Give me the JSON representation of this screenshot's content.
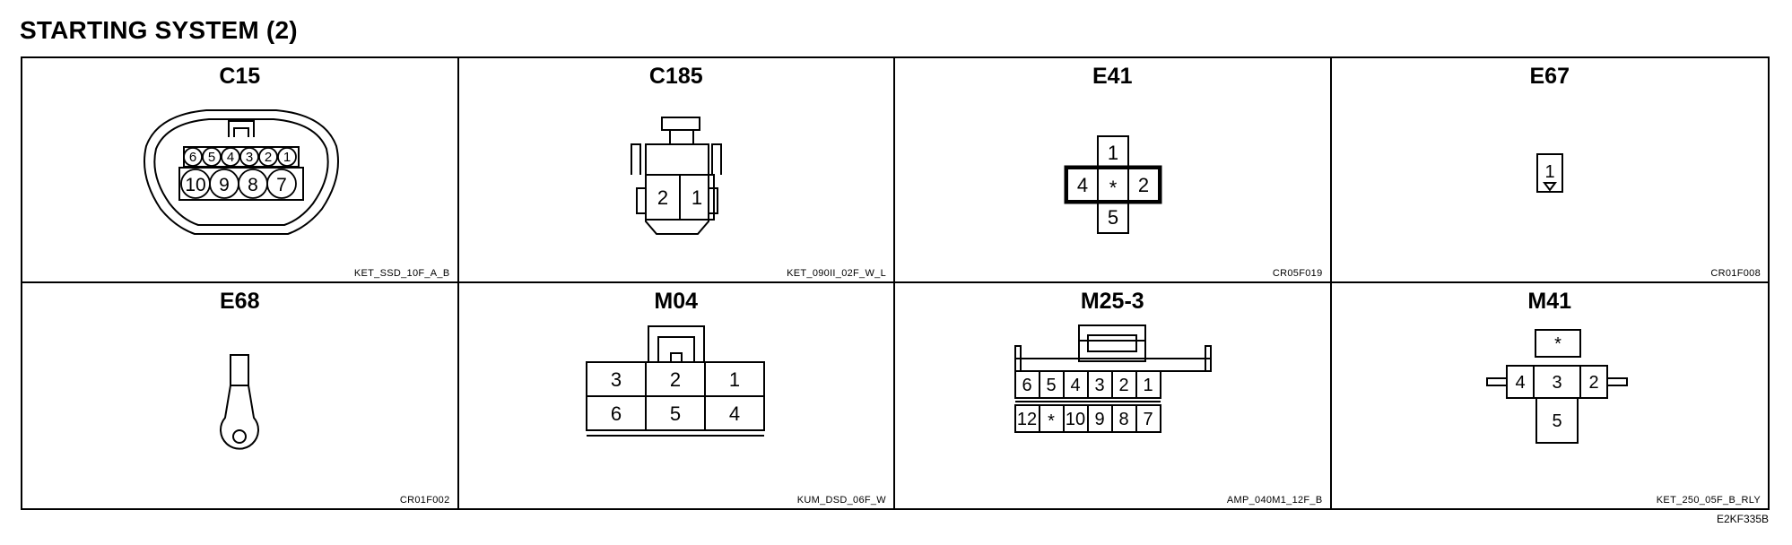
{
  "title": "STARTING SYSTEM (2)",
  "drawing_code": "E2KF335B",
  "connectors": [
    {
      "name": "C15",
      "code": "KET_SSD_10F_A_B",
      "pins_top": [
        "6",
        "5",
        "4",
        "3",
        "2",
        "1"
      ],
      "pins_bottom": [
        "10",
        "9",
        "8",
        "7"
      ]
    },
    {
      "name": "C185",
      "code": "KET_090II_02F_W_L",
      "pins": [
        "2",
        "1"
      ]
    },
    {
      "name": "E41",
      "code": "CR05F019",
      "pins": [
        "1",
        "4",
        "*",
        "2",
        "5"
      ]
    },
    {
      "name": "E67",
      "code": "CR01F008",
      "pins": [
        "1"
      ]
    },
    {
      "name": "E68",
      "code": "CR01F002"
    },
    {
      "name": "M04",
      "code": "KUM_DSD_06F_W",
      "pins_top": [
        "3",
        "2",
        "1"
      ],
      "pins_bottom": [
        "6",
        "5",
        "4"
      ]
    },
    {
      "name": "M25-3",
      "code": "AMP_040M1_12F_B",
      "pins_top": [
        "6",
        "5",
        "4",
        "3",
        "2",
        "1"
      ],
      "pins_bottom": [
        "12",
        "*",
        "10",
        "9",
        "8",
        "7"
      ]
    },
    {
      "name": "M41",
      "code": "KET_250_05F_B_RLY",
      "pins": [
        "*",
        "4",
        "3",
        "2",
        "5"
      ]
    }
  ]
}
